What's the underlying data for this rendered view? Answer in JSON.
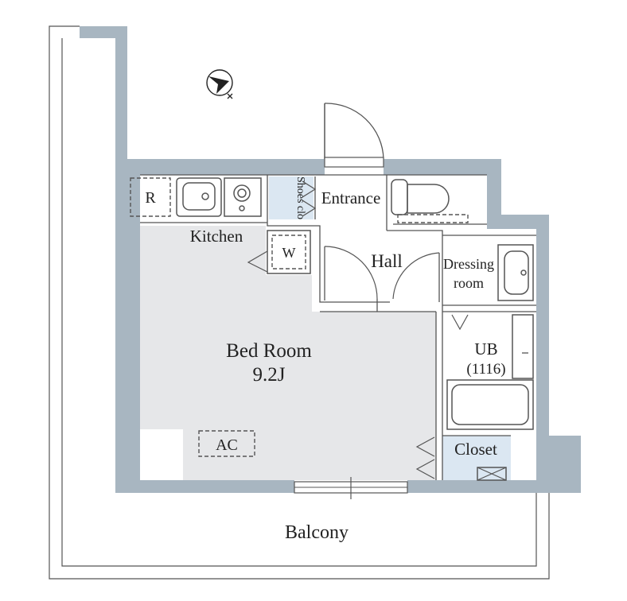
{
  "rooms": {
    "bedroom_name": "Bed Room",
    "bedroom_size": "9.2J",
    "kitchen": "Kitchen",
    "entrance": "Entrance",
    "shoes_closet": "Shoes clo",
    "hall": "Hall",
    "dressing_line1": "Dressing",
    "dressing_line2": "room",
    "ub": "UB",
    "ub_size": "(1116)",
    "closet": "Closet",
    "balcony": "Balcony"
  },
  "fixtures": {
    "refrigerator": "R",
    "washer": "W",
    "aircon": "AC"
  },
  "icons": {
    "north": "north-arrow-icon"
  },
  "colors": {
    "wall": "#a8b6c1",
    "floor": "#e6e7e9",
    "storage": "#dbe7f2",
    "line": "#555555"
  }
}
